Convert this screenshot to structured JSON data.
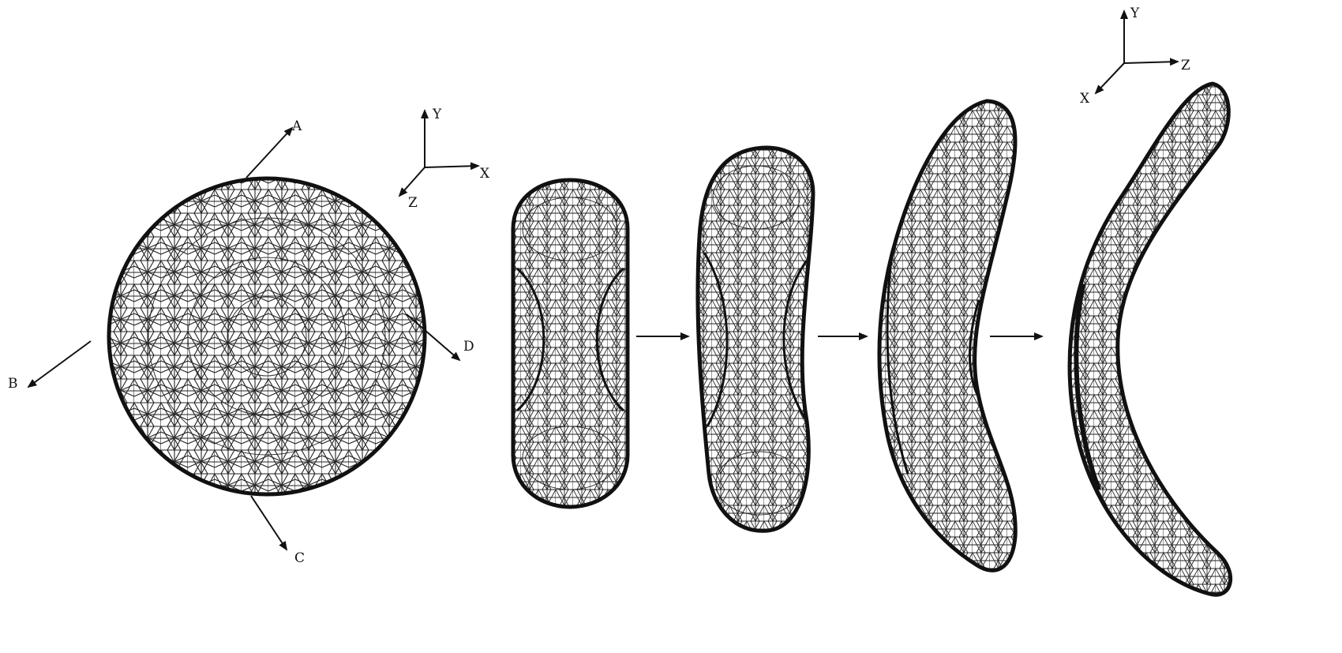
{
  "force_labels": {
    "a": "A",
    "b": "B",
    "c": "C",
    "d": "D"
  },
  "axes_left": {
    "y": "Y",
    "x": "X",
    "z": "Z"
  },
  "axes_right": {
    "y": "Y",
    "z": "Z",
    "x": "X"
  },
  "stages": [
    "sphere",
    "capsule",
    "bent-capsule",
    "curved-cell",
    "crescent-cell"
  ],
  "colors": {
    "ink": "#111111",
    "background": "#ffffff"
  }
}
